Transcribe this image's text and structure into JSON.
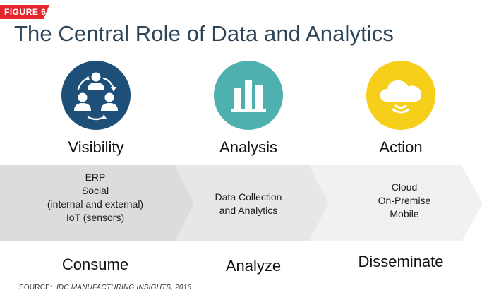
{
  "badge": "FIGURE 6",
  "title": "The Central Role of Data and Analytics",
  "stages": [
    {
      "icon": "people-network-icon",
      "label": "Visibility",
      "items": [
        "ERP",
        "Social",
        "(internal and external)",
        "IoT (sensors)"
      ],
      "verb": "Consume"
    },
    {
      "icon": "bar-chart-icon",
      "label": "Analysis",
      "items": [
        "Data Collection",
        "and Analytics"
      ],
      "verb": "Analyze"
    },
    {
      "icon": "cloud-broadcast-icon",
      "label": "Action",
      "items": [
        "Cloud",
        "On-Premise",
        "Mobile"
      ],
      "verb": "Disseminate"
    }
  ],
  "source": {
    "prefix": "SOURCE:",
    "text": "IDC MANUFACTURING INSIGHTS, 2016"
  },
  "colors": {
    "accent": "#e2262b",
    "title": "#2d4559",
    "visibility": "#1e4f78",
    "analysis": "#4fb0b0",
    "action": "#f6cf1a",
    "band1": "#dcdcdc",
    "band2": "#e7e7e7",
    "band3": "#f1f1f1"
  }
}
